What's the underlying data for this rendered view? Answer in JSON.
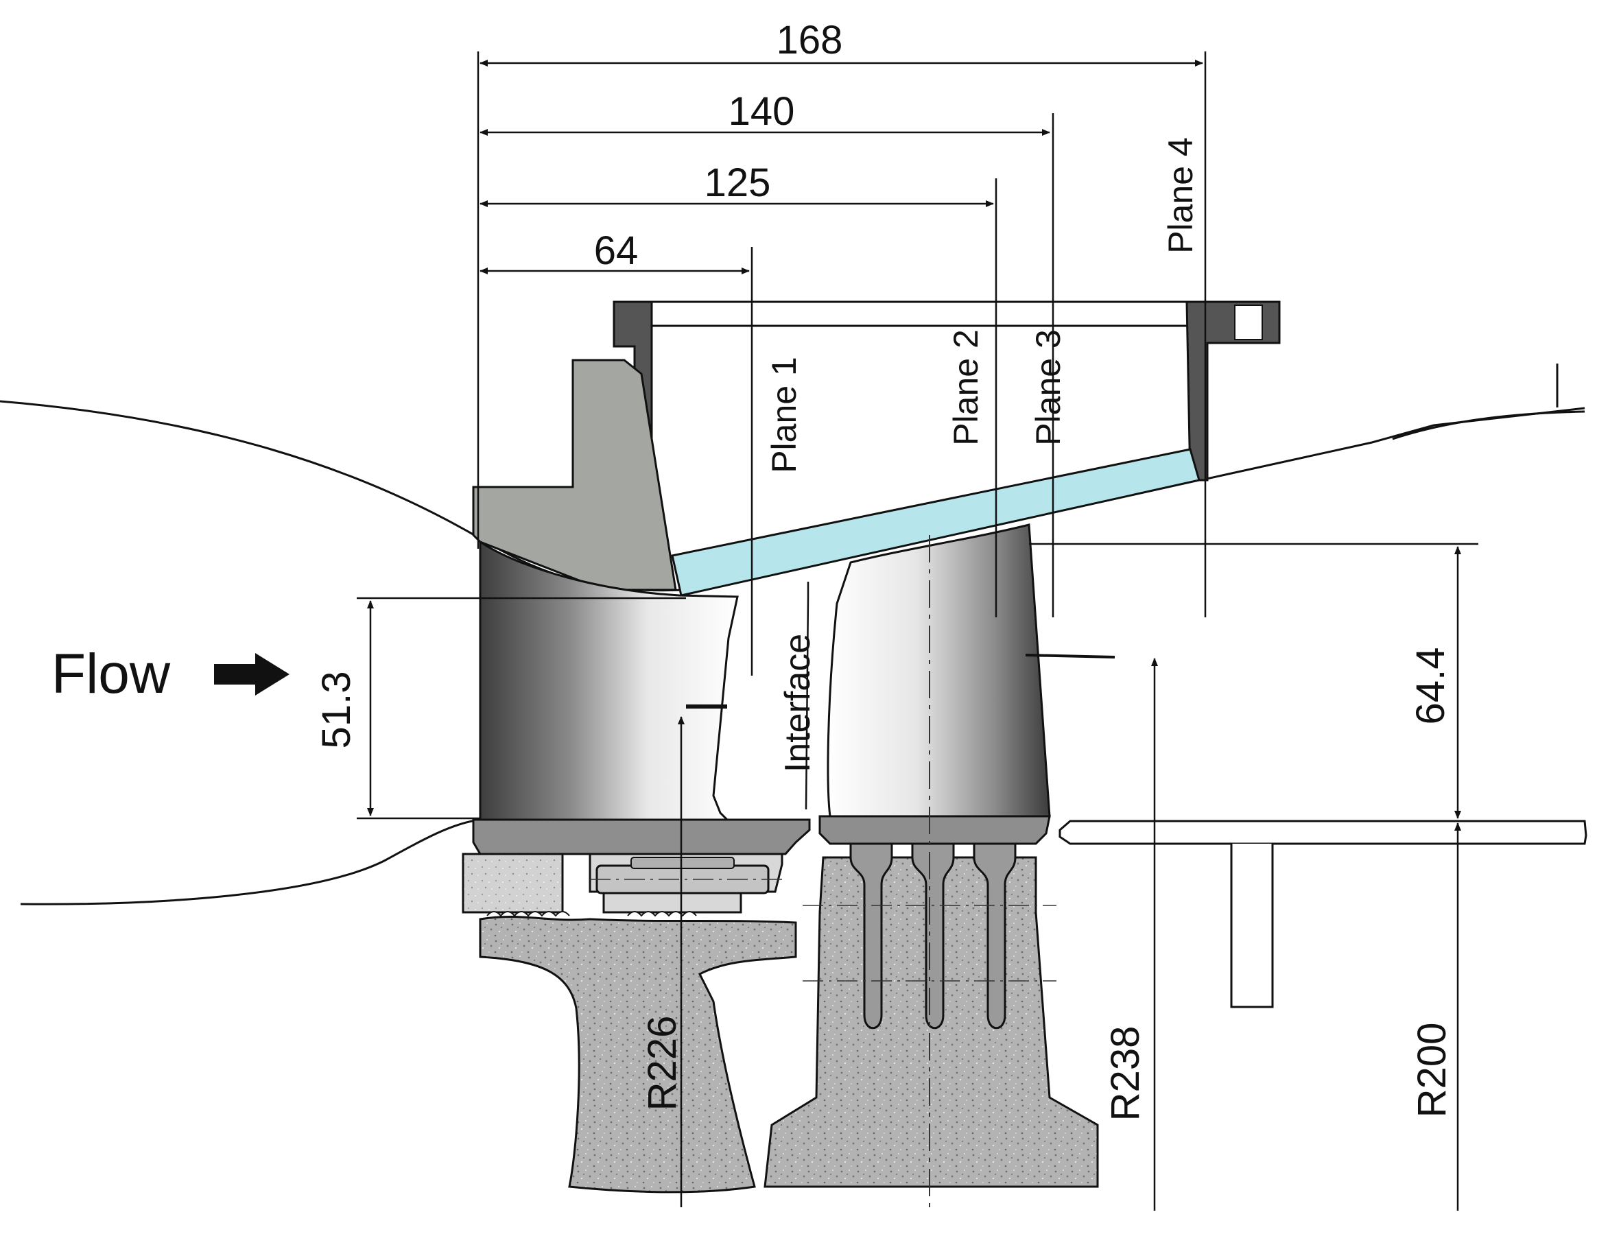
{
  "flow": {
    "label": "Flow"
  },
  "dimensions": {
    "d168": "168",
    "d140": "140",
    "d125": "125",
    "d64": "64",
    "d51_3": "51.3",
    "d64_4": "64.4"
  },
  "radii": {
    "r226": "R226",
    "r238": "R238",
    "r200": "R200"
  },
  "planes": {
    "p1": "Plane 1",
    "p2": "Plane 2",
    "p3": "Plane 3",
    "p4": "Plane 4"
  },
  "interface": {
    "label": "Interface"
  },
  "colors": {
    "outline": "#111111",
    "metal_dark": "#5a5a5a",
    "metal_mid": "#a6a8a4",
    "disk": "#b4b4b4",
    "window": "#b6e6ec"
  }
}
